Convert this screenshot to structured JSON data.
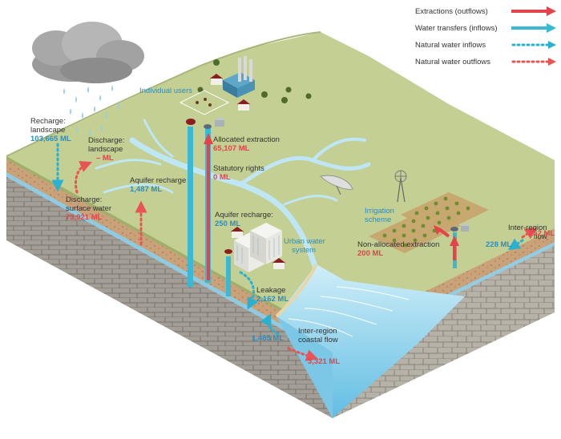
{
  "legend": {
    "extractions": "Extractions (outflows)",
    "transfers": "Water transfers (inflows)",
    "natural_inflows": "Natural water inflows",
    "natural_outflows": "Natural water outflows"
  },
  "labels": {
    "recharge_landscape": {
      "title_1": "Recharge:",
      "title_2": "landscape",
      "value": "103,665 ML"
    },
    "discharge_landscape": {
      "title_1": "Discharge:",
      "title_2": "landscape",
      "value": "– ML"
    },
    "discharge_surface": {
      "title_1": "Discharge:",
      "title_2": "surface water",
      "value": "73,921 ML"
    },
    "aquifer_recharge_1": {
      "title": "Aquifer recharge",
      "value": "1,487 ML"
    },
    "individual_users": "Individual users",
    "allocated_extraction": {
      "title": "Allocated extraction",
      "value": "65,107 ML"
    },
    "statutory_rights": {
      "title": "Statutory rights",
      "value": "0 ML"
    },
    "aquifer_recharge_2": {
      "title": "Aquifer recharge:",
      "value": "250 ML"
    },
    "urban_water_system": {
      "line_1": "Urban water",
      "line_2": "system"
    },
    "leakage": {
      "title": "Leakage",
      "value": "2,162 ML"
    },
    "coastal_in_value": "1,485 ML",
    "inter_region_coastal": {
      "line_1": "Inter-region",
      "line_2": "coastal flow"
    },
    "coastal_out_value": "3,321 ML",
    "irrigation_scheme": {
      "line_1": "Irrigation",
      "line_2": "scheme"
    },
    "non_allocated": {
      "title": "Non-allocated extraction",
      "value": "200 ML"
    },
    "inter_region_flow": {
      "line_1": "Inter-region",
      "line_2": "flow"
    },
    "inter_region_in_value": "228 ML",
    "inter_region_out_value": "252 ML"
  },
  "colors": {
    "extraction_red": "#e1454a",
    "transfer_blue": "#3bb8d4",
    "inflow_blue": "#2ab0d0",
    "outflow_red": "#e85454",
    "grass": "#bdc98c",
    "soil": "#c9a27a",
    "rock": "#8f8a82",
    "water": "#8fd0ea"
  },
  "icons": [
    "rain-cloud-icon",
    "house-icon",
    "factory-icon",
    "tree-icon",
    "bore-well-icon",
    "water-tank-icon",
    "satellite-dish-icon",
    "windmill-icon",
    "city-buildings-icon",
    "irrigation-field-icon"
  ]
}
